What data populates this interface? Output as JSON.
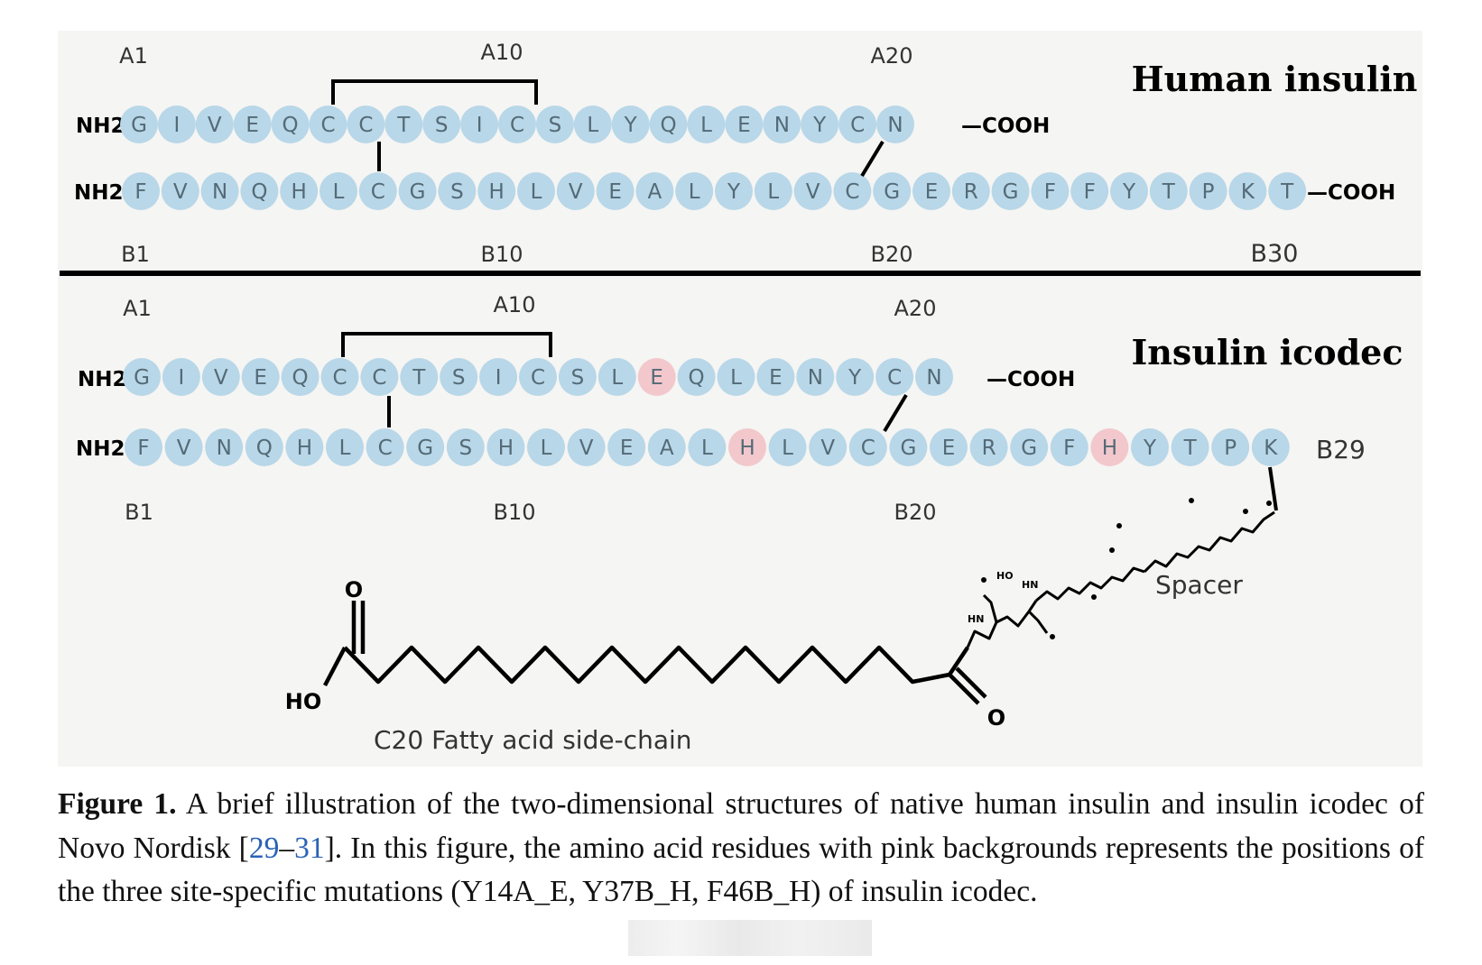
{
  "figure": {
    "top": {
      "title": "Human insulin",
      "chainA": {
        "nterm": "NH2",
        "residues": [
          "G",
          "I",
          "V",
          "E",
          "Q",
          "C",
          "C",
          "T",
          "S",
          "I",
          "C",
          "S",
          "L",
          "Y",
          "Q",
          "L",
          "E",
          "N",
          "Y",
          "C",
          "N"
        ],
        "cterm": "—COOH",
        "labels": [
          "A1",
          "A10",
          "A20"
        ]
      },
      "chainB": {
        "nterm": "NH2",
        "residues": [
          "F",
          "V",
          "N",
          "Q",
          "H",
          "L",
          "C",
          "G",
          "S",
          "H",
          "L",
          "V",
          "E",
          "A",
          "L",
          "Y",
          "L",
          "V",
          "C",
          "G",
          "E",
          "R",
          "G",
          "F",
          "F",
          "Y",
          "T",
          "P",
          "K",
          "T"
        ],
        "cterm": "—COOH",
        "labels": [
          "B1",
          "B10",
          "B20",
          "B30"
        ]
      }
    },
    "bottom": {
      "title": "Insulin icodec",
      "chainA": {
        "nterm": "NH2",
        "residues": [
          "G",
          "I",
          "V",
          "E",
          "Q",
          "C",
          "C",
          "T",
          "S",
          "I",
          "C",
          "S",
          "L",
          "E",
          "Q",
          "L",
          "E",
          "N",
          "Y",
          "C",
          "N"
        ],
        "mutated": [
          13
        ],
        "cterm": "—COOH",
        "labels": [
          "A1",
          "A10",
          "A20"
        ]
      },
      "chainB": {
        "nterm": "NH2",
        "residues": [
          "F",
          "V",
          "N",
          "Q",
          "H",
          "L",
          "C",
          "G",
          "S",
          "H",
          "L",
          "V",
          "E",
          "A",
          "L",
          "H",
          "L",
          "V",
          "C",
          "G",
          "E",
          "R",
          "G",
          "F",
          "H",
          "Y",
          "T",
          "P",
          "K"
        ],
        "mutated": [
          15,
          24
        ],
        "end_label": "B29",
        "labels": [
          "B1",
          "B10",
          "B20"
        ]
      },
      "spacer_label": "Spacer",
      "fatty_acid_label": "C20 Fatty acid side-chain",
      "chem": {
        "ho": "HO",
        "o": "O",
        "hn": "HN",
        "ho_small": "HO"
      }
    },
    "colors": {
      "residue": "#b8d7e8",
      "mutated": "#f2c8cc",
      "residue_text": "#546a76"
    }
  },
  "caption": {
    "lead": "Figure 1.",
    "text1": " A brief illustration of the two-dimensional structures of native human insulin and insulin icodec of Novo Nordisk [",
    "cite1": "29",
    "dash": "–",
    "cite2": "31",
    "text2": "].  In this figure, the amino acid residues with pink backgrounds represents the positions of the three site-specific mutations (Y14A_E, Y37B_H, F46B_H) of insulin icodec."
  }
}
